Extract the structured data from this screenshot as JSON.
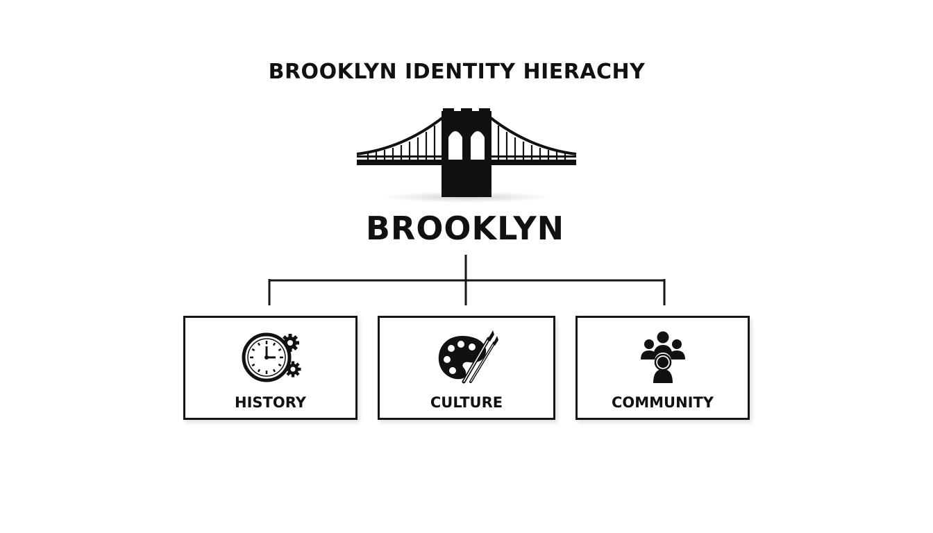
{
  "title": "BROOKLYN IDENTITY HIERACHY",
  "root": {
    "label": "BROOKLYN",
    "icon": "bridge-icon"
  },
  "children": [
    {
      "label": "HISTORY",
      "icon": "clock-gears-icon"
    },
    {
      "label": "CULTURE",
      "icon": "paint-palette-icon"
    },
    {
      "label": "COMMUNITY",
      "icon": "people-group-icon"
    }
  ],
  "colors": {
    "line": "#151515",
    "background": "#ffffff"
  }
}
